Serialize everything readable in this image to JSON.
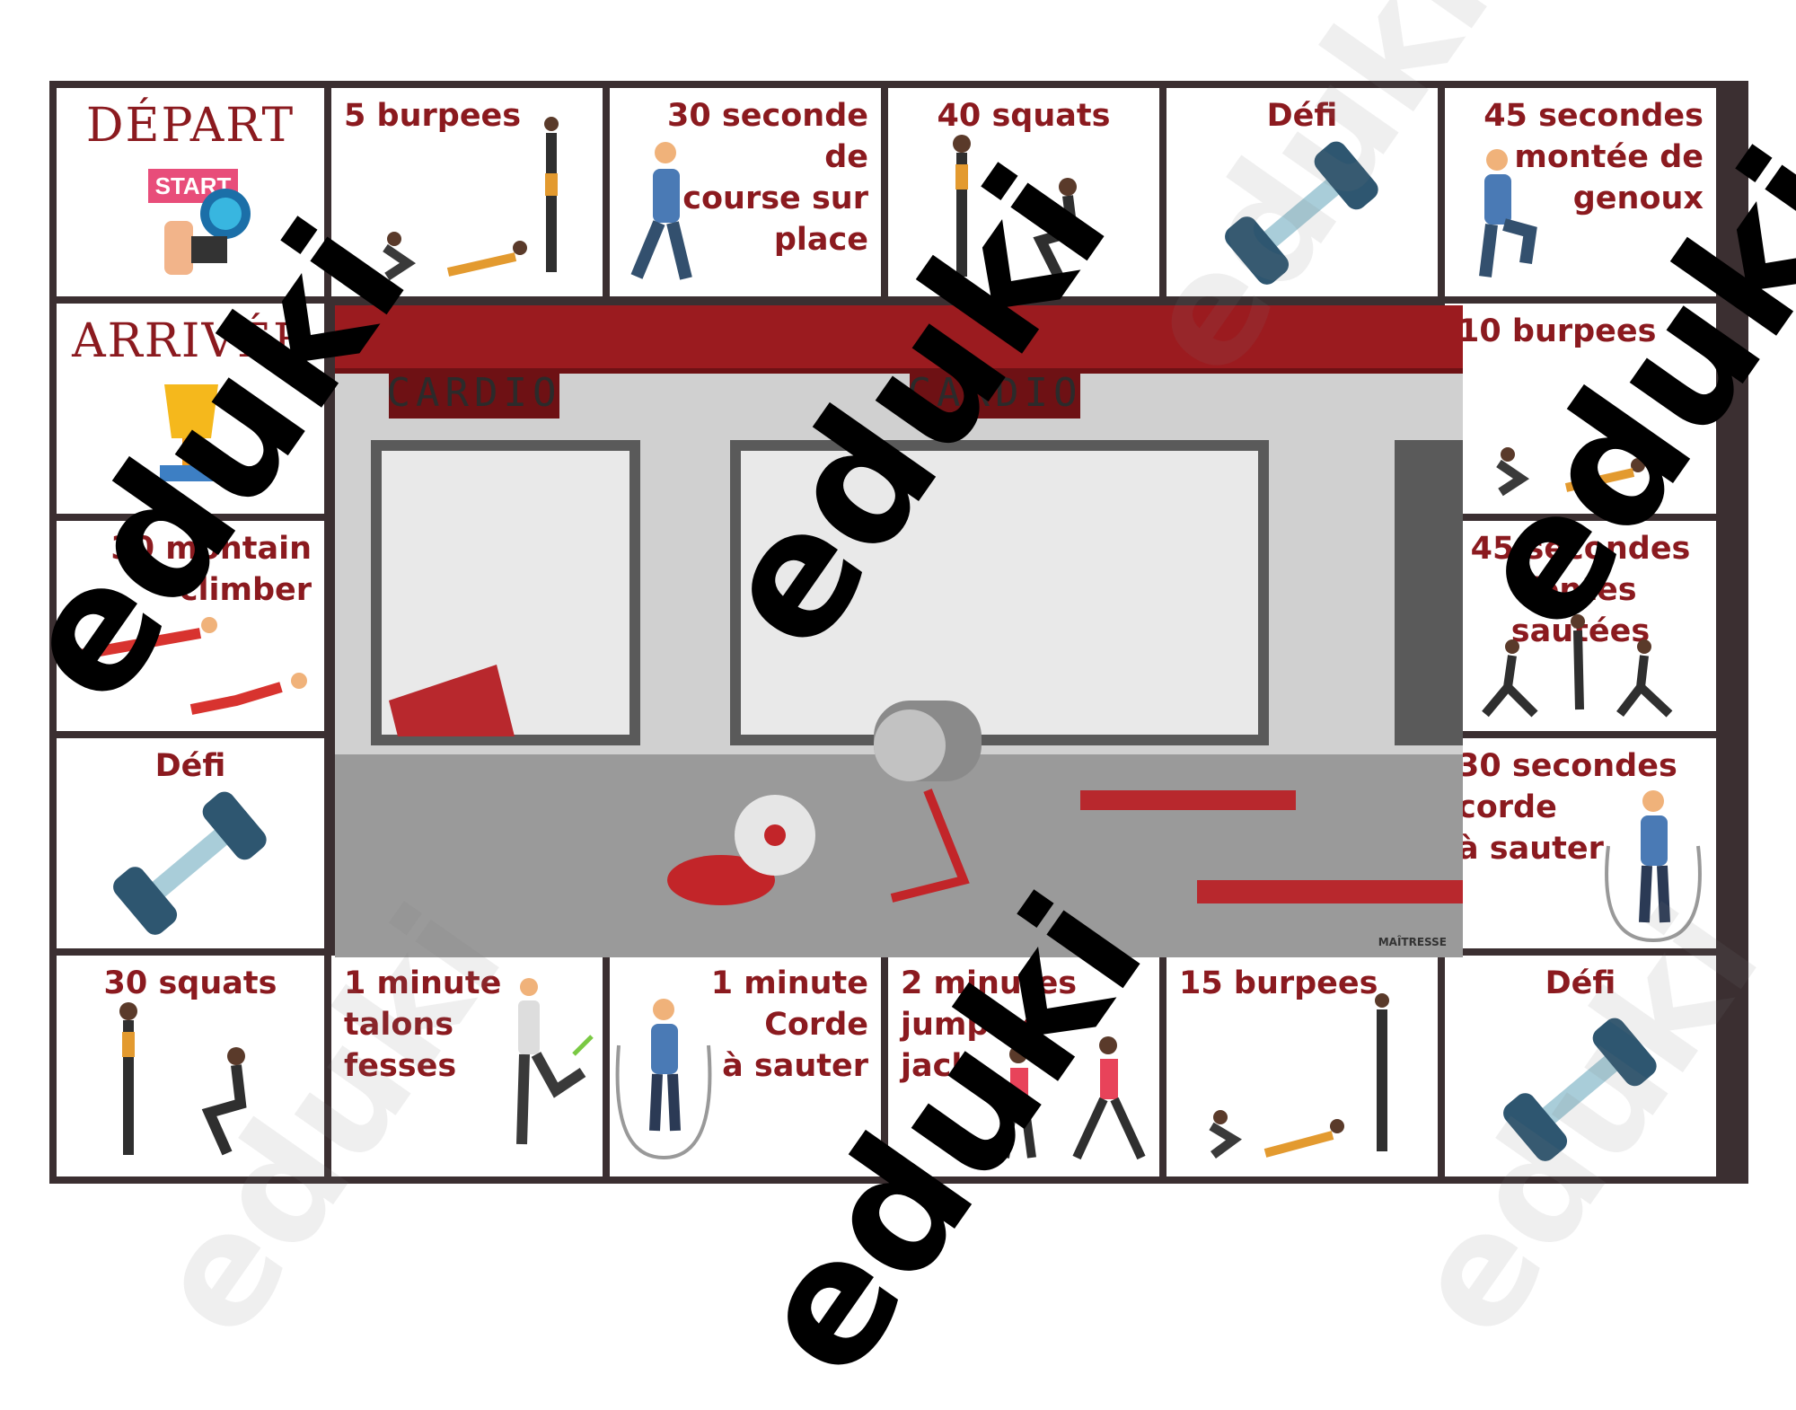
{
  "board": {
    "cells": {
      "depart": {
        "title": "DÉPART",
        "sign": "START"
      },
      "c_burpees5": {
        "label": "5 burpees"
      },
      "c_course30": {
        "label": "30 seconde de\ncourse sur\nplace"
      },
      "c_squats40": {
        "label": "40 squats"
      },
      "c_defi1": {
        "label": "Défi"
      },
      "c_genoux45": {
        "label": "45 secondes\nmontée de\ngenoux"
      },
      "arrivee": {
        "title": "ARRIVÉE"
      },
      "c_burpees10": {
        "label": "10 burpees"
      },
      "c_climber30": {
        "label": "30 montain\nclimber"
      },
      "c_fentes45": {
        "label": "45 secondes\nfentes sautées"
      },
      "c_defi2": {
        "label": "Défi"
      },
      "c_corde30": {
        "label": "30 secondes\ncorde\nà sauter"
      },
      "c_squats30": {
        "label": "30 squats"
      },
      "c_talons1": {
        "label": "1 minute\ntalons\nfesses"
      },
      "c_corde1": {
        "label": "1 minute\nCorde\nà sauter"
      },
      "c_jumping2": {
        "label": "2 minutes\njumping\njack"
      },
      "c_burpees15": {
        "label": "15 burpees"
      },
      "c_defi3": {
        "label": "Défi"
      }
    },
    "center": {
      "sign_text": "CARDIO",
      "signature": "MAÎTRESSE"
    }
  },
  "watermark": {
    "text": "eduki"
  },
  "colors": {
    "accent": "#8b1a1f",
    "frame": "#3b2f31",
    "dumbbell": "#2e5670",
    "dumbbell_light": "#a9cdd9"
  }
}
